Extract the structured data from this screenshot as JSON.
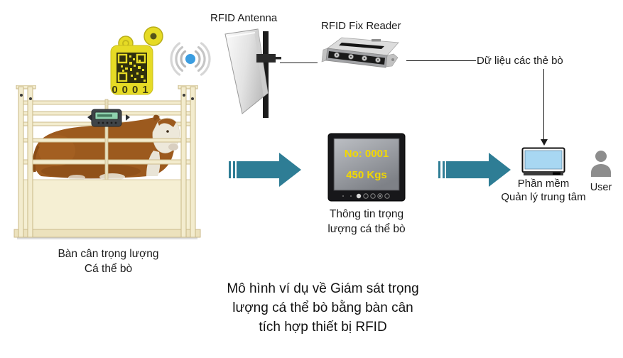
{
  "ear_tag": {
    "number": "0001"
  },
  "antenna": {
    "label": "RFID Antenna"
  },
  "reader": {
    "label": "RFID Fix Reader"
  },
  "data_link": {
    "label": "Dữ liệu các thẻ bò"
  },
  "scale_station": {
    "label_line1": "Bàn cân trọng lượng",
    "label_line2": "Cá thể bò"
  },
  "weight_display": {
    "id_text": "No: 0001",
    "weight_text": "450 Kgs",
    "label_line1": "Thông tin trọng",
    "label_line2": "lượng cá thể bò"
  },
  "software": {
    "label_line1": "Phần mềm",
    "label_line2": "Quản lý trung tâm"
  },
  "user": {
    "label": "User"
  },
  "caption": {
    "line1": "Mô hình ví dụ về Giám sát trọng",
    "line2": "lượng cá thể bò bằng bàn cân",
    "line3": "tích hợp thiết bị RFID"
  },
  "colors": {
    "arrow-teal": "#2E7D95",
    "display-text-yellow": "#F2D800",
    "tag-yellow": "#E6DB25",
    "tag-dark": "#3C3C12",
    "monitor-screen-blue": "#A8D7F2",
    "user-gray": "#8D8D8D",
    "line-black": "#1A1A1A",
    "wifi-dot-blue": "#3B9DE0",
    "cage-cream": "#F3ECCE",
    "cow-brown": "#9C5A1E"
  }
}
